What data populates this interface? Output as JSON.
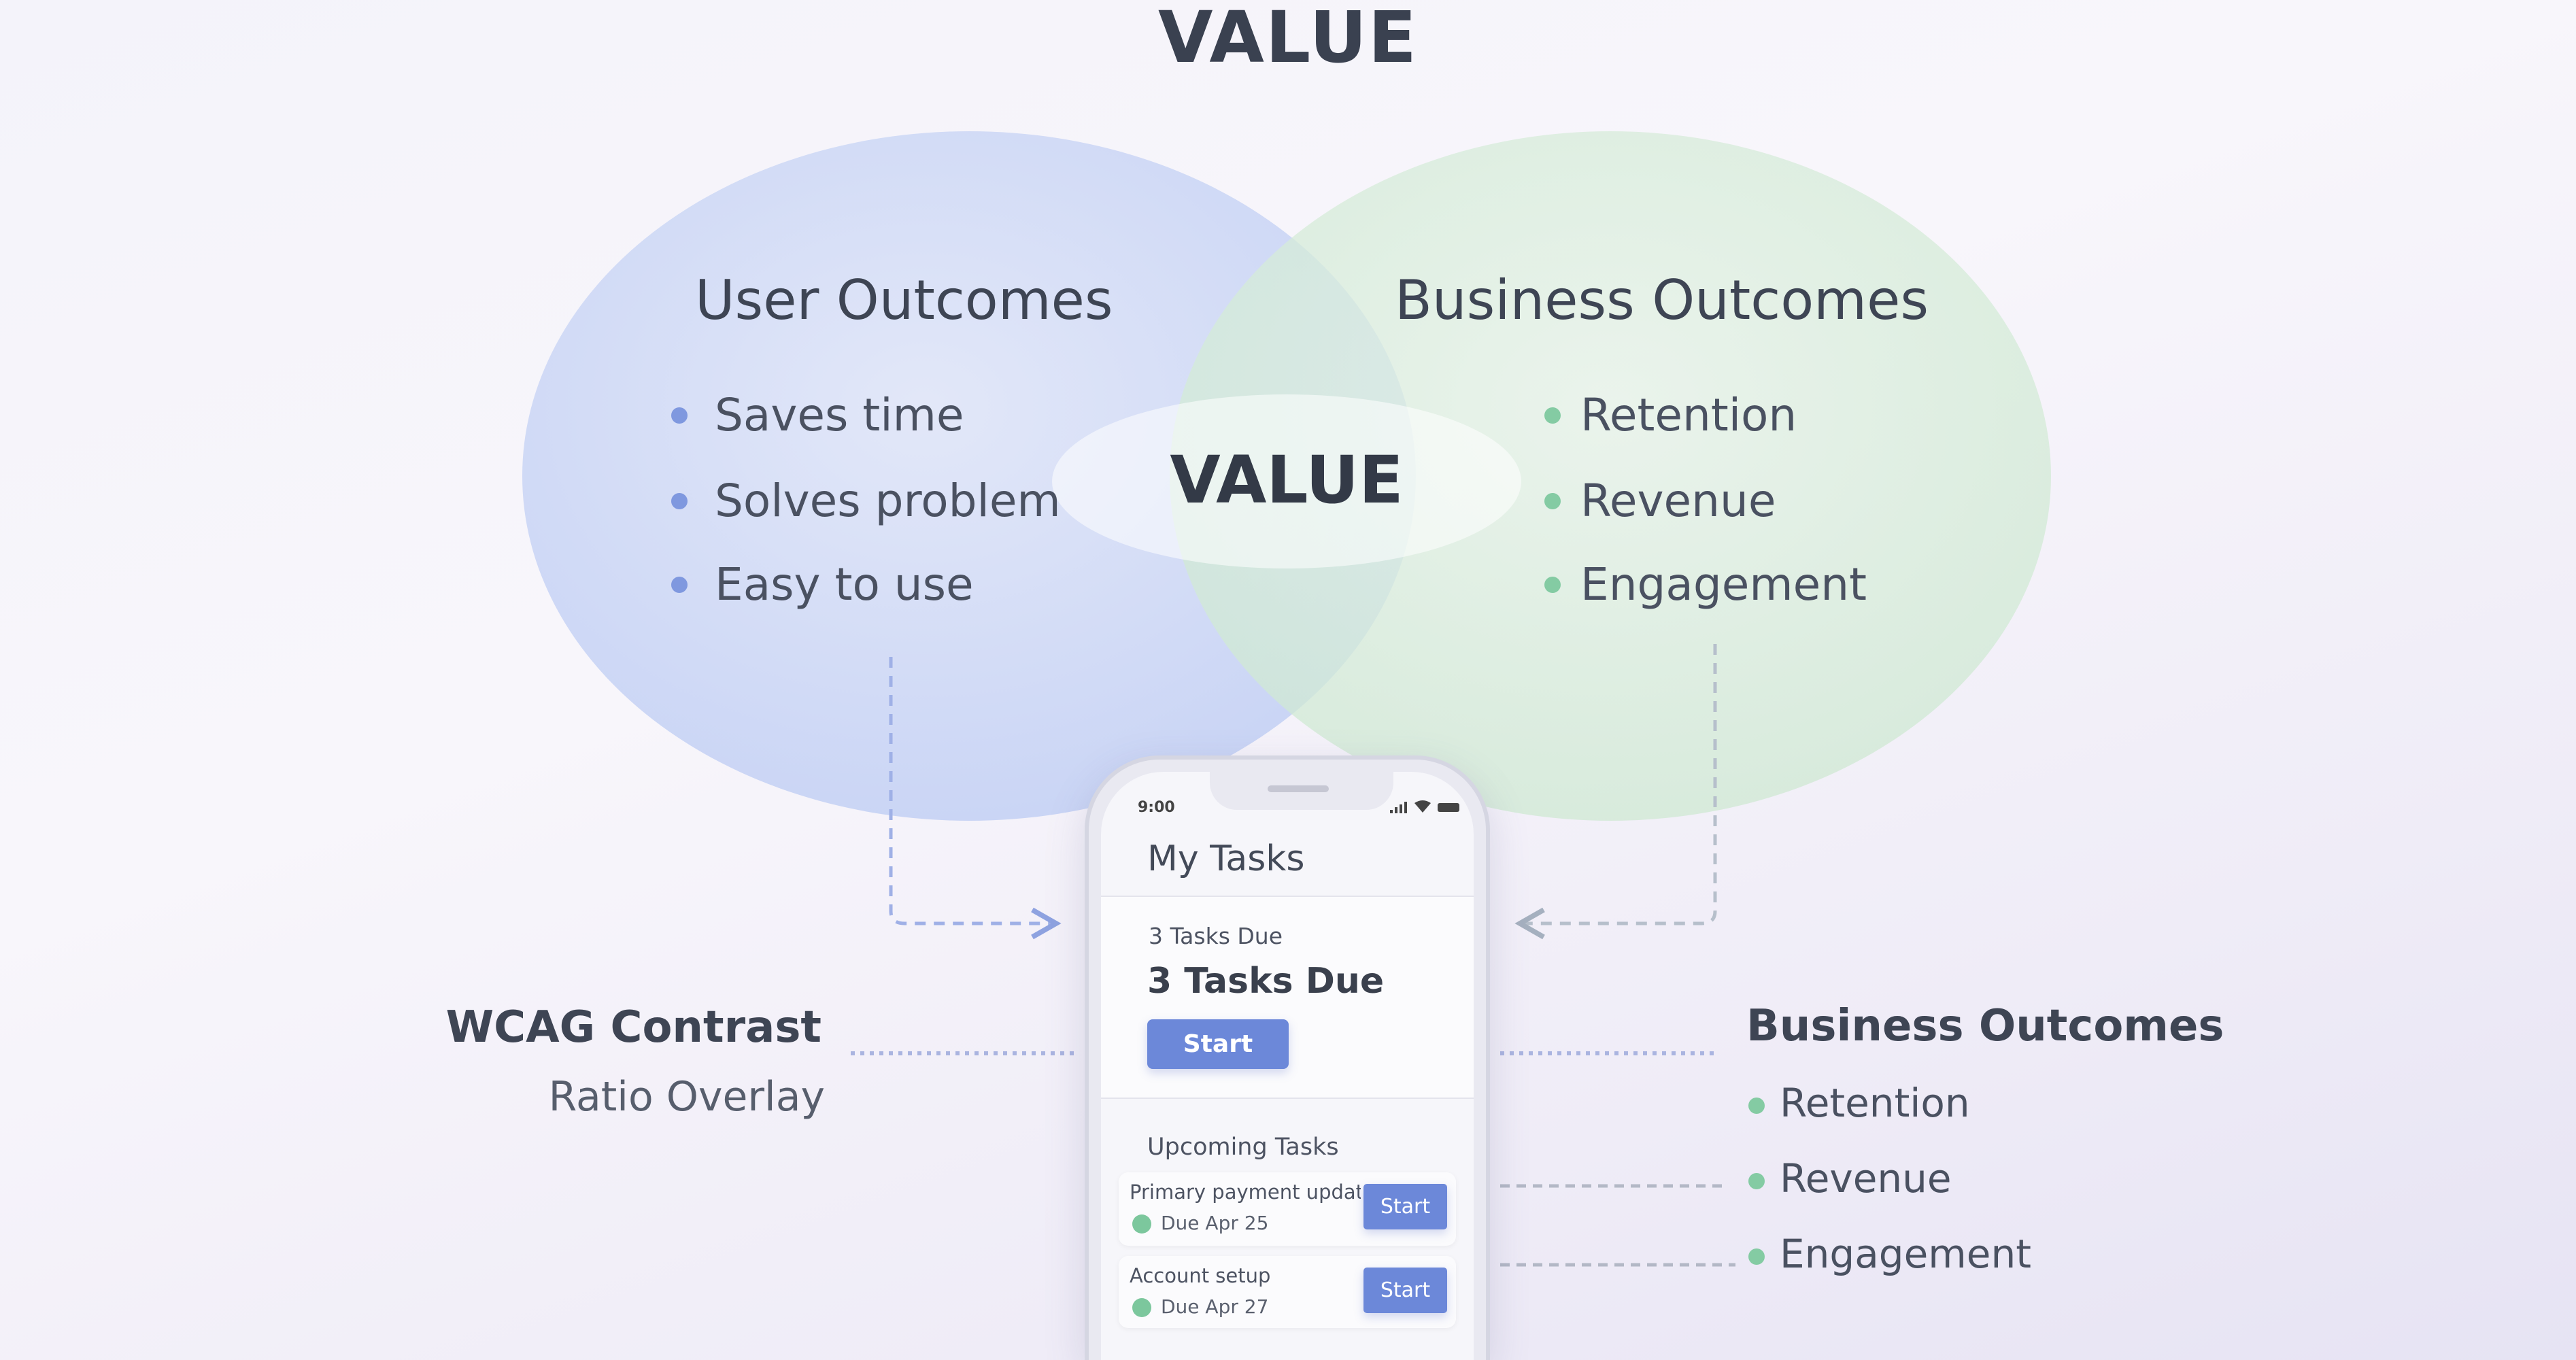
{
  "title": "VALUE",
  "center_label": "VALUE",
  "user_outcomes": {
    "heading": "User Outcomes",
    "items": [
      "Saves time",
      "Solves problem",
      "Easy to use"
    ]
  },
  "business_outcomes": {
    "heading": "Business Outcomes",
    "items": [
      "Retention",
      "Revenue",
      "Engagement"
    ]
  },
  "left_annotation": {
    "line1": "WCAG Contrast",
    "line2": "Ratio Overlay"
  },
  "right_annotation": {
    "heading": "Business Outcomes",
    "items": [
      "Retention",
      "Revenue",
      "Engagement"
    ]
  },
  "colors": {
    "user": "#c9d5f5",
    "business": "#d3ecd6",
    "accent": "#6c88d9",
    "green": "#7cc79d"
  },
  "phone": {
    "time": "9:00",
    "title": "My Tasks",
    "summary_small": "3 Tasks Due",
    "summary_big": "3 Tasks Due",
    "start": "Start",
    "upcoming": "Upcoming Tasks",
    "tasks": [
      {
        "name": "Primary payment update",
        "due": "Due Apr 25",
        "button": "Start"
      },
      {
        "name": "Account setup",
        "due": "Due Apr 27",
        "button": "Start"
      }
    ]
  }
}
